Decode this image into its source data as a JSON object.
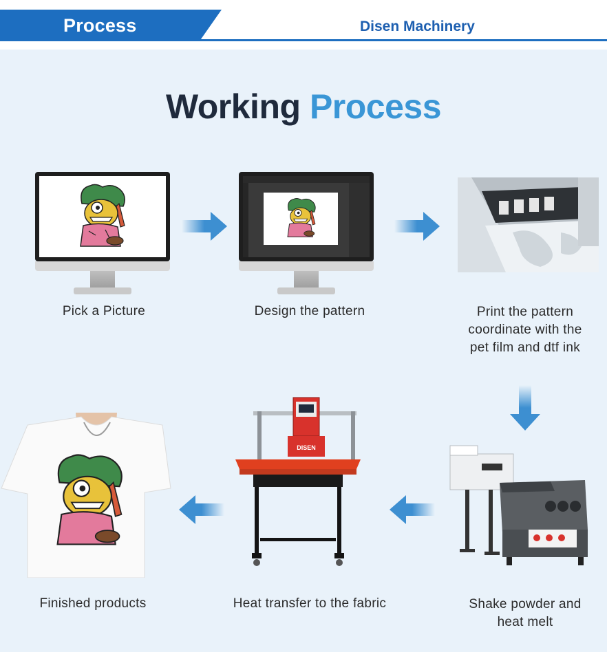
{
  "header": {
    "tab_label": "Process",
    "brand": "Disen Machinery"
  },
  "title": {
    "part1": "Working",
    "part2": "Process"
  },
  "steps": [
    {
      "label": "Pick a Picture"
    },
    {
      "label": "Design the pattern"
    },
    {
      "label": "Print the pattern coordinate with the pet film and dtf ink"
    },
    {
      "label": "Shake powder and heat melt"
    },
    {
      "label": "Heat transfer to the fabric"
    },
    {
      "label": "Finished products"
    }
  ],
  "press_brand": "DISEN",
  "colors": {
    "header_blue": "#1d6ec0",
    "title_dark": "#1f2a3c",
    "title_accent": "#3a96d6",
    "panel_bg": "#e9f2fa",
    "arrow_blue": "#3d8fd1",
    "press_red": "#d8322c"
  }
}
